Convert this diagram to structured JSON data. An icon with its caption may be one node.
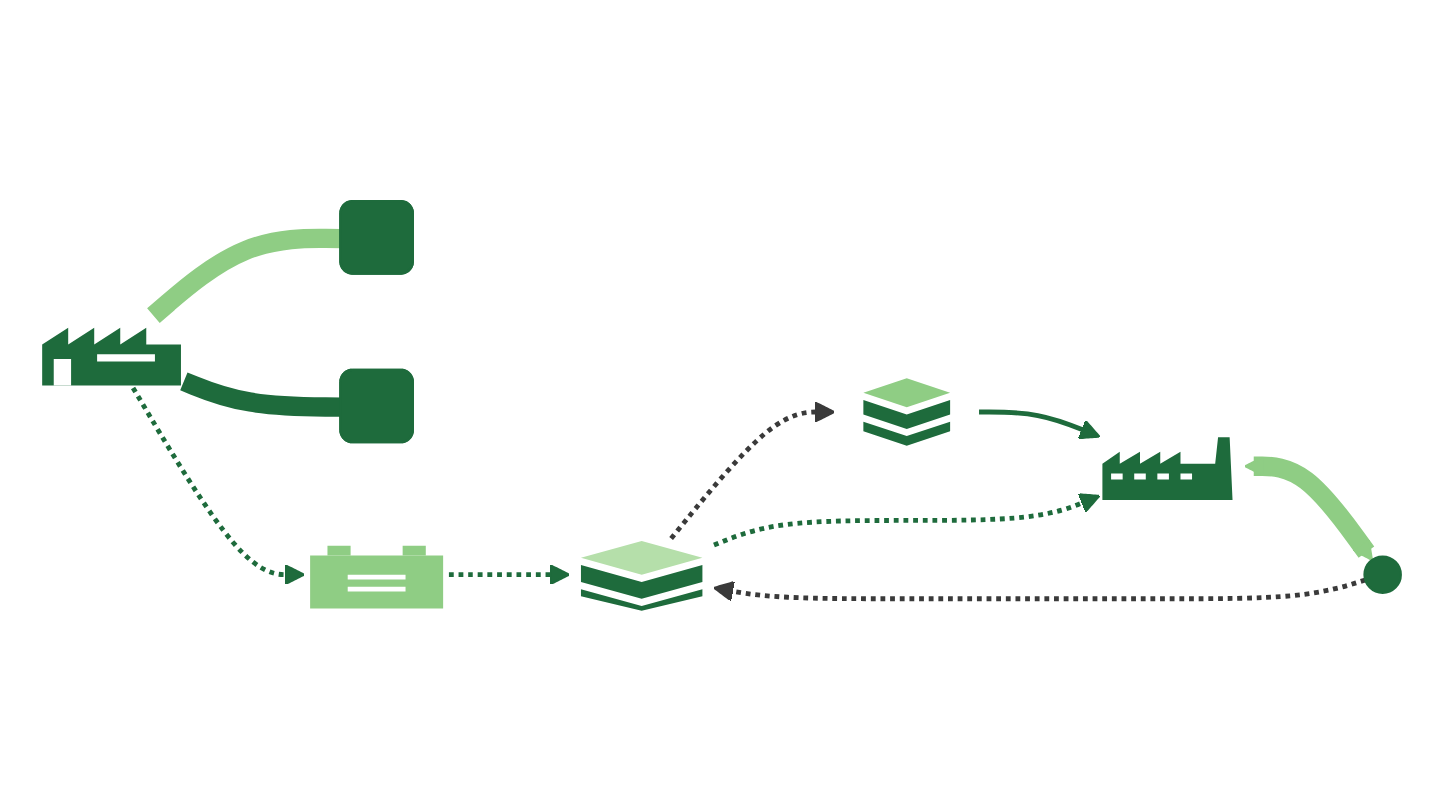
{
  "diagram": {
    "nodes": [
      {
        "text": [],
        "shape": "picture"
      },
      {
        "text": [],
        "shape": "box"
      },
      {
        "text": [],
        "shape": "box"
      },
      {
        "text": [],
        "shape": "picture"
      },
      {
        "text": [],
        "shape": "picture"
      },
      {
        "text": [],
        "shape": "picture"
      },
      {
        "text": [],
        "shape": "picture"
      },
      {
        "text": [],
        "shape": "circle"
      }
    ],
    "edges": [
      {
        "from": 0,
        "to": 1,
        "arrow": "none",
        "style": "thick",
        "color": "#8fcd84"
      },
      {
        "from": 0,
        "to": 2,
        "arrow": "none",
        "style": "thick"
      },
      {
        "from": 0,
        "to": 3,
        "arrow": "to",
        "style": "dashed"
      },
      {
        "from": 3,
        "to": 4,
        "arrow": "to",
        "style": "dashed"
      },
      {
        "from": 4,
        "to": 5,
        "arrow": "to",
        "style": "dashed",
        "color": "#3a3a3a"
      },
      {
        "from": 5,
        "to": 6,
        "arrow": "to"
      },
      {
        "from": 4,
        "to": 6,
        "arrow": "to",
        "style": "dashed"
      },
      {
        "from": 7,
        "to": 4,
        "arrow": "to",
        "style": "dashed",
        "color": "#3a3a3a"
      },
      {
        "from": 6,
        "to": 7,
        "arrow": "both",
        "style": "thick",
        "color": "#8fcd84"
      }
    ]
  }
}
